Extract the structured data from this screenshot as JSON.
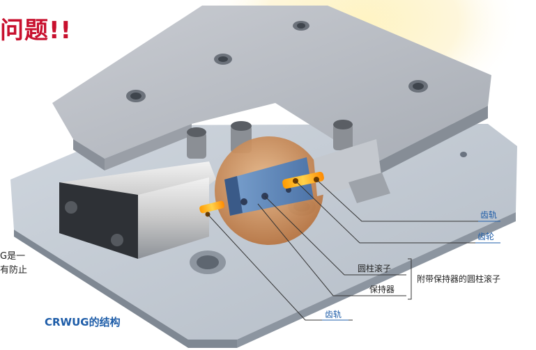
{
  "headline": "问题!!",
  "side_text": {
    "line1": "G是一",
    "line2": "有防止"
  },
  "labels": {
    "rack_top": "齿轨",
    "gear": "齿轮",
    "roller": "圆柱滚子",
    "retainer": "保持器",
    "roller_with_retainer": "附带保持器的圆柱滚子",
    "rack_bottom": "齿轨"
  },
  "caption": "CRWUG的结构",
  "colors": {
    "headline": "#c8102e",
    "accent_blue": "#1d5ca8",
    "label_text": "#222222"
  }
}
